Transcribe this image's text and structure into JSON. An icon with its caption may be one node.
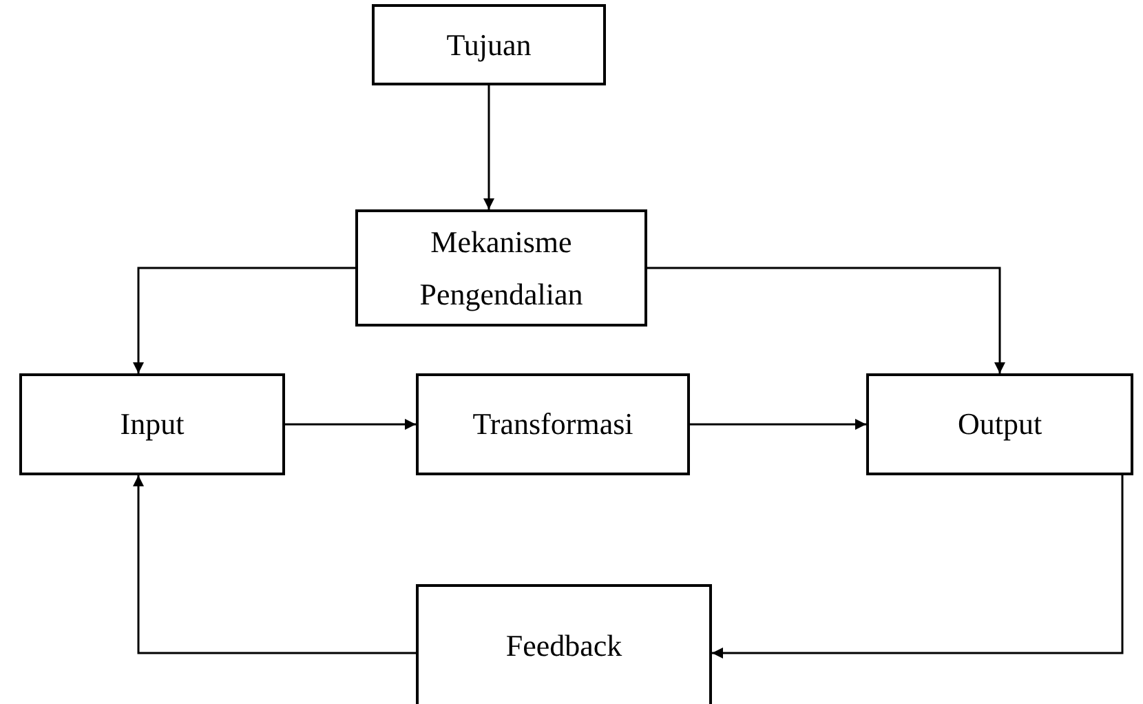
{
  "diagram": {
    "nodes": [
      {
        "text": [
          "Tujuan"
        ]
      },
      {
        "text": [
          "Mekanisme Pengendalian"
        ]
      },
      {
        "text": [
          "Input"
        ]
      },
      {
        "text": [
          "Transformasi"
        ]
      },
      {
        "text": [
          "Output"
        ]
      },
      {
        "text": [
          "Feedback"
        ]
      }
    ],
    "edges": [
      {
        "from": 0,
        "to": 1,
        "arrow": "to"
      },
      {
        "from": 1,
        "to": 2,
        "arrow": "to"
      },
      {
        "from": 1,
        "to": 4,
        "arrow": "to"
      },
      {
        "from": 2,
        "to": 3,
        "arrow": "to"
      },
      {
        "from": 3,
        "to": 4,
        "arrow": "to"
      },
      {
        "from": 4,
        "to": 5,
        "arrow": "to"
      },
      {
        "from": 5,
        "to": 2,
        "arrow": "to"
      }
    ]
  }
}
